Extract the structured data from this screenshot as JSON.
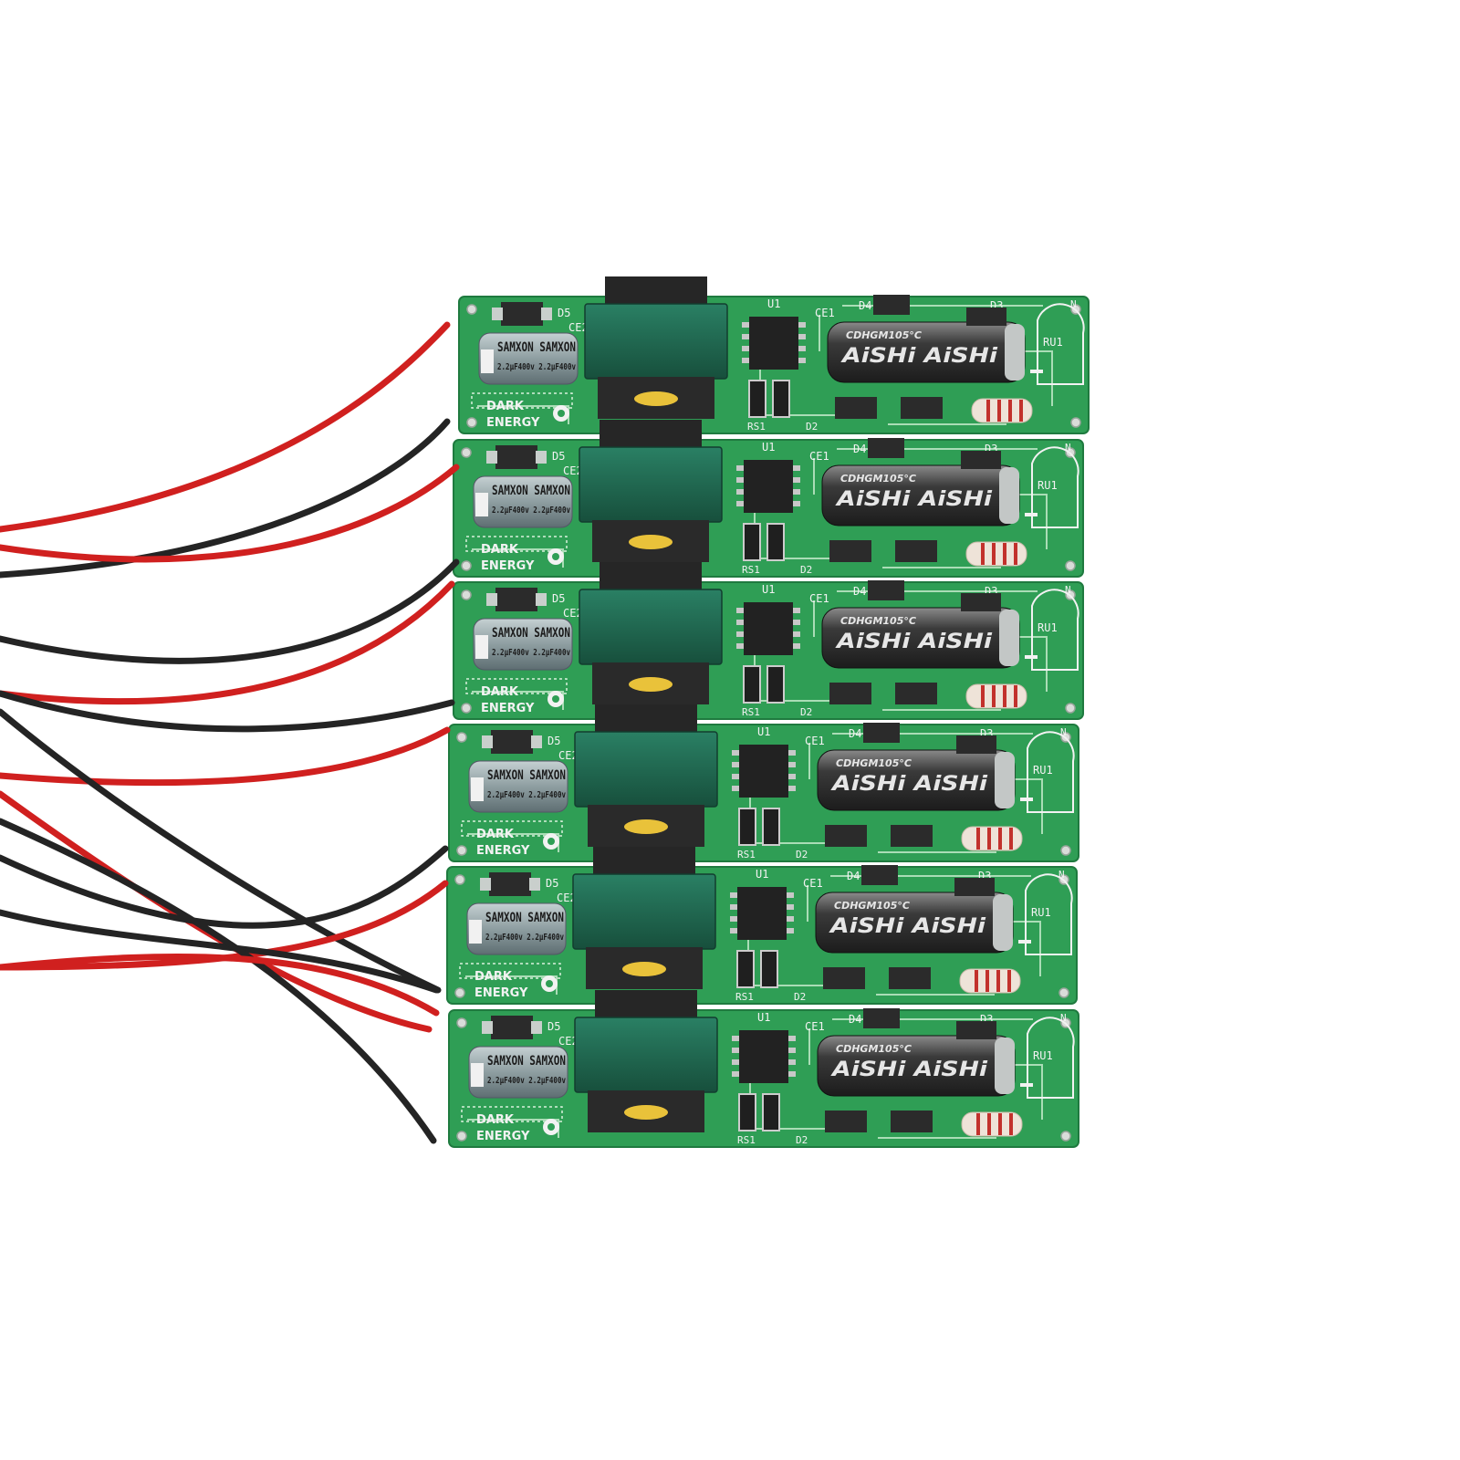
{
  "colors": {
    "pcb": "#2f9e55",
    "transformer_body": "#1f6b52",
    "wire_red": "#d0201f",
    "wire_black": "#242424",
    "capacitor_gray": "#8e9ea1",
    "electrolytic_black": "#3a3a3a"
  },
  "boards": [
    {
      "silk_cap_left": "SAMXON SAMXON",
      "silk_cap_rating": "2.2µF400v 2.2µF400v",
      "silk_ecap": "AiSHi AiSHi"
    },
    {
      "silk_cap_left": "SAMXON SAMXON",
      "silk_cap_rating": "2.2µF400v 2.2µF400v",
      "silk_ecap": "AiSHi AiSHi"
    },
    {
      "silk_cap_left": "SAMXON SAMXON",
      "silk_cap_rating": "2.2µF400v 2.2µF400v",
      "silk_ecap": "AiSHi AiSHi"
    },
    {
      "silk_cap_left": "SAMXON SAMXON",
      "silk_cap_rating": "2.2µF400v 2.2µF400v",
      "silk_ecap": "AiSHi AiSHi"
    },
    {
      "silk_cap_left": "SAMXON SAMXON",
      "silk_cap_rating": "2.2µF400v 2.2µF400v",
      "silk_ecap": "AiSHi AiSHi"
    },
    {
      "silk_cap_left": "SAMXON SAMXON",
      "silk_cap_rating": "2.2µF400v 2.2µF400v",
      "silk_ecap": "AiSHi AiSHi"
    }
  ],
  "labels": {
    "brand_top": "DARK",
    "brand_bottom": "ENERGY",
    "ref_ce2": "CE2",
    "ref_d5": "D5",
    "ref_u1": "U1",
    "ref_ce1": "CE1",
    "ref_d4": "D4",
    "ref_d3": "D3",
    "ref_d2": "D2",
    "ref_ru1": "RU1",
    "ref_n": "N",
    "ref_rs1": "RS1",
    "ecap_spec": "CDHGM105°C"
  }
}
